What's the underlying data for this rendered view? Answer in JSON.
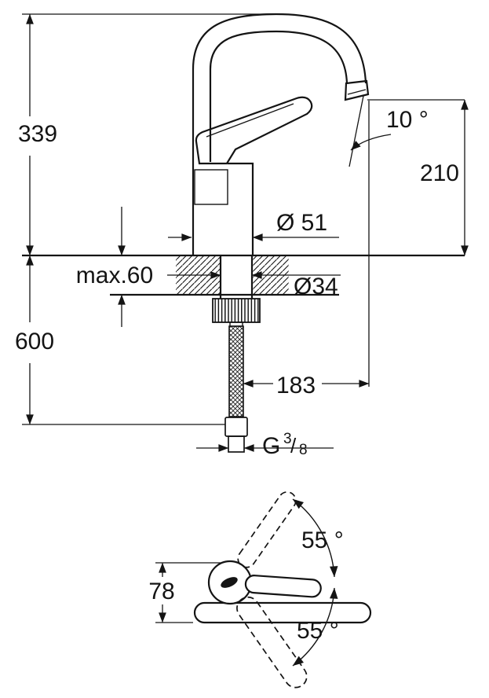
{
  "drawing": {
    "side_view": {
      "labels": {
        "height_total": "339",
        "spout_angle": "10 °",
        "spout_height": "210",
        "body_diameter": "Ø 51",
        "max_mounting_thickness": "max.60",
        "hole_diameter": "Ø34",
        "hose_length": "600",
        "projection": "183"
      },
      "thread": {
        "prefix": "G",
        "numerator": "3",
        "slash": "/",
        "denominator": "8"
      }
    },
    "top_view": {
      "labels": {
        "swivel_up": "55 °",
        "swivel_down": "55 °",
        "lever_height": "78"
      }
    },
    "colors": {
      "line": "#141414",
      "background": "#ffffff"
    }
  }
}
